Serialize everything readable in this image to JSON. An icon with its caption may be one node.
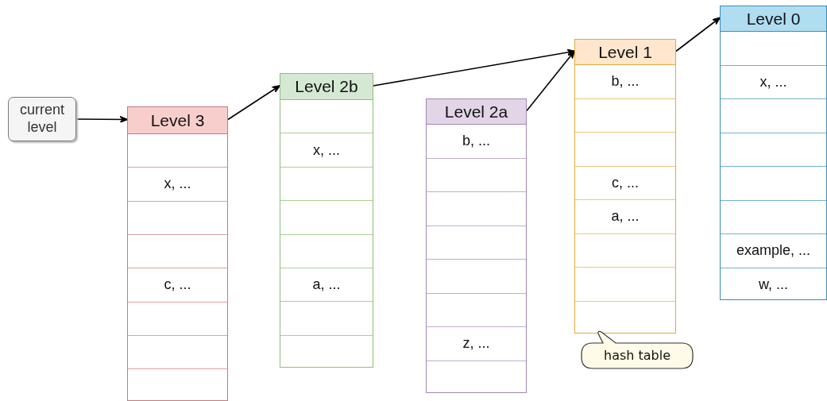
{
  "diagram": {
    "nodes": [
      {
        "text": [
          "current level"
        ]
      },
      {
        "text": [
          "Level 3"
        ]
      },
      {
        "text": [],
        "shape": "box",
        "in": 1
      },
      {
        "text": [
          "x, ..."
        ],
        "in": 1
      },
      {
        "text": [],
        "shape": "box",
        "in": 1
      },
      {
        "text": [],
        "shape": "box",
        "in": 1
      },
      {
        "text": [
          "c, ..."
        ],
        "in": 1
      },
      {
        "text": [],
        "shape": "box",
        "in": 1
      },
      {
        "text": [],
        "shape": "box",
        "in": 1
      },
      {
        "text": [],
        "shape": "box",
        "in": 1
      },
      {
        "text": [
          "Level 2b"
        ]
      },
      {
        "text": [],
        "shape": "box",
        "in": 10
      },
      {
        "text": [
          "x, ..."
        ],
        "in": 10
      },
      {
        "text": [],
        "shape": "box",
        "in": 10
      },
      {
        "text": [],
        "shape": "box",
        "in": 10
      },
      {
        "text": [],
        "shape": "box",
        "in": 10
      },
      {
        "text": [
          "a, ..."
        ],
        "in": 10
      },
      {
        "text": [],
        "shape": "box",
        "in": 10
      },
      {
        "text": [],
        "shape": "box",
        "in": 10
      },
      {
        "text": [
          "Level 2a"
        ]
      },
      {
        "text": [
          "b, ..."
        ],
        "in": 19
      },
      {
        "text": [],
        "shape": "box",
        "in": 19
      },
      {
        "text": [],
        "shape": "box",
        "in": 19
      },
      {
        "text": [],
        "shape": "box",
        "in": 19
      },
      {
        "text": [],
        "shape": "box",
        "in": 19
      },
      {
        "text": [],
        "shape": "box",
        "in": 19
      },
      {
        "text": [
          "z, ..."
        ],
        "in": 19
      },
      {
        "text": [],
        "shape": "box",
        "in": 19
      },
      {
        "text": [
          "Level 1"
        ]
      },
      {
        "text": [
          "b, ..."
        ],
        "in": 28
      },
      {
        "text": [],
        "shape": "box",
        "in": 28
      },
      {
        "text": [],
        "shape": "box",
        "in": 28
      },
      {
        "text": [
          "c, ..."
        ],
        "in": 28
      },
      {
        "text": [
          "a, ..."
        ],
        "in": 28
      },
      {
        "text": [],
        "shape": "box",
        "in": 28
      },
      {
        "text": [],
        "shape": "box",
        "in": 28
      },
      {
        "text": [],
        "shape": "box",
        "in": 28
      },
      {
        "text": [
          "hash table"
        ]
      },
      {
        "text": [
          "Level 0"
        ]
      },
      {
        "text": [],
        "shape": "box",
        "in": 38
      },
      {
        "text": [
          "x, ..."
        ],
        "in": 38
      },
      {
        "text": [],
        "shape": "box",
        "in": 38
      },
      {
        "text": [],
        "shape": "box",
        "in": 38
      },
      {
        "text": [],
        "shape": "box",
        "in": 38
      },
      {
        "text": [],
        "shape": "box",
        "in": 38
      },
      {
        "text": [
          "example, ..."
        ],
        "in": 38
      },
      {
        "text": [
          "w, ..."
        ],
        "in": 38
      }
    ],
    "edges": [
      {
        "from": 0,
        "to": 1,
        "arrow": "to"
      },
      {
        "from": 1,
        "to": 10,
        "arrow": "to"
      },
      {
        "from": 10,
        "to": 28,
        "arrow": "to"
      },
      {
        "from": 19,
        "to": 28,
        "arrow": "to"
      },
      {
        "from": 28,
        "to": 38,
        "arrow": "to"
      }
    ]
  }
}
